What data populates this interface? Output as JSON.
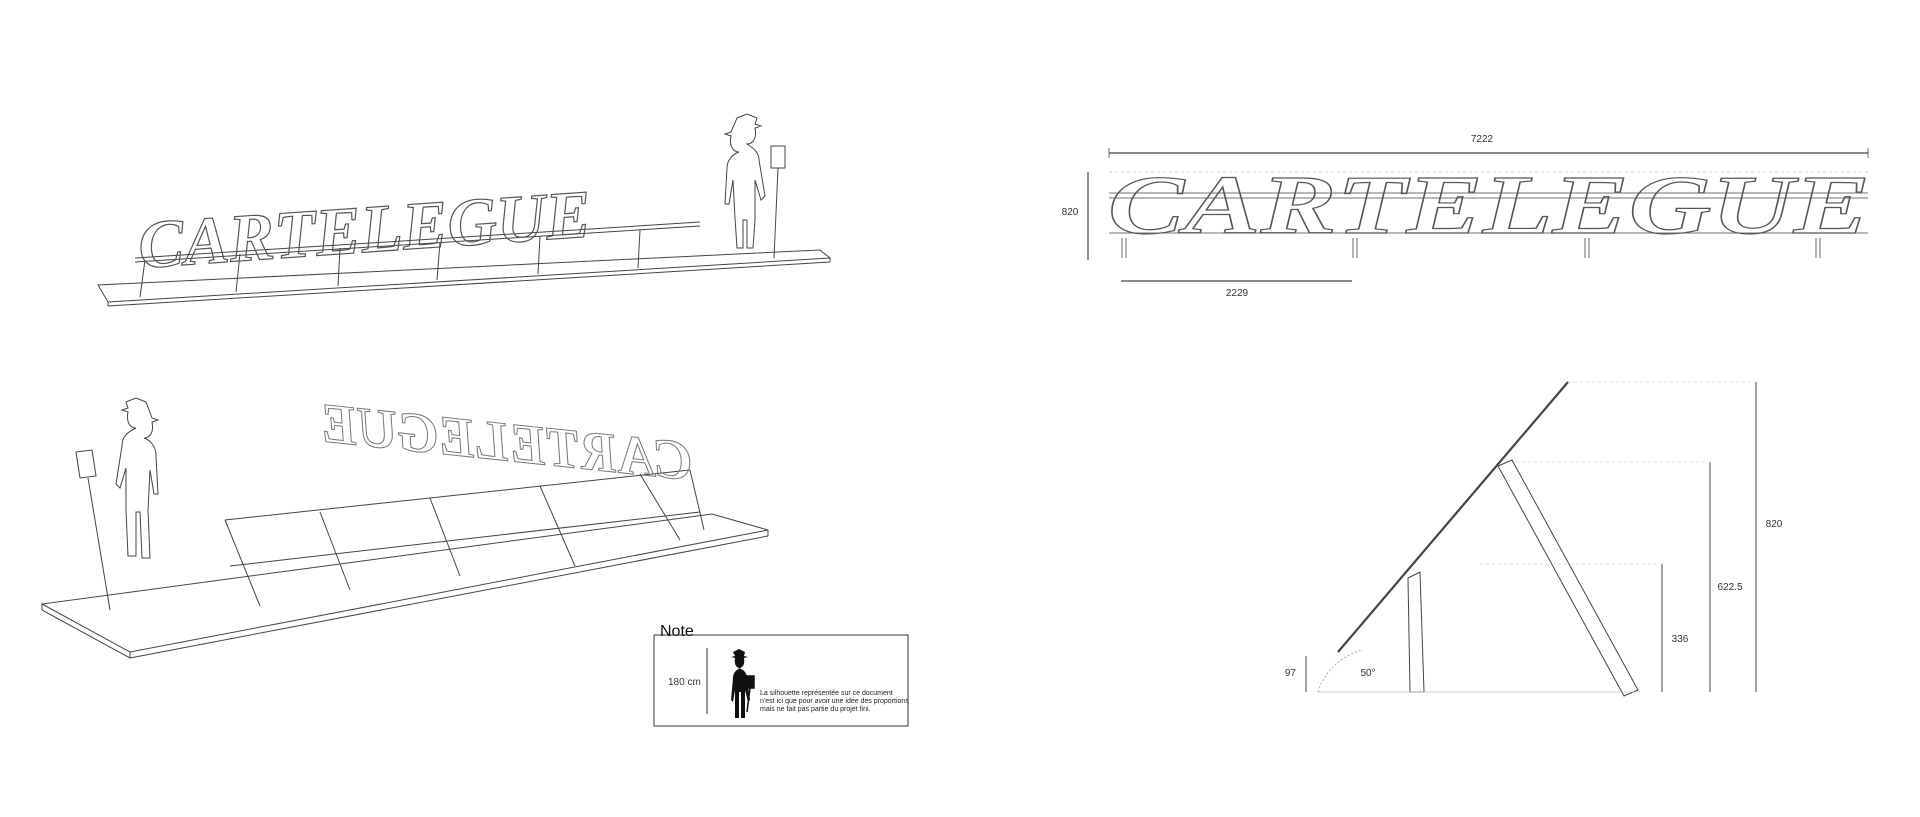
{
  "sign": {
    "word": "CARTELEGUE",
    "mirrored_word": "CARTELEGUE"
  },
  "front_view": {
    "width_label": "7222",
    "height_label": "820",
    "partial_label": "2229"
  },
  "side_view": {
    "left_height_label": "97",
    "angle_label": "50°",
    "inner_height_label": "336",
    "mid_height_label": "622.5",
    "total_height_label": "820"
  },
  "note": {
    "title": "Note",
    "height_label": "180 cm",
    "text_line1": "La silhouette représentée sur ce document",
    "text_line2": "n'est ici que pour avoir une idée des proportions",
    "text_line3": "mais ne fait pas partie du projet fini."
  }
}
